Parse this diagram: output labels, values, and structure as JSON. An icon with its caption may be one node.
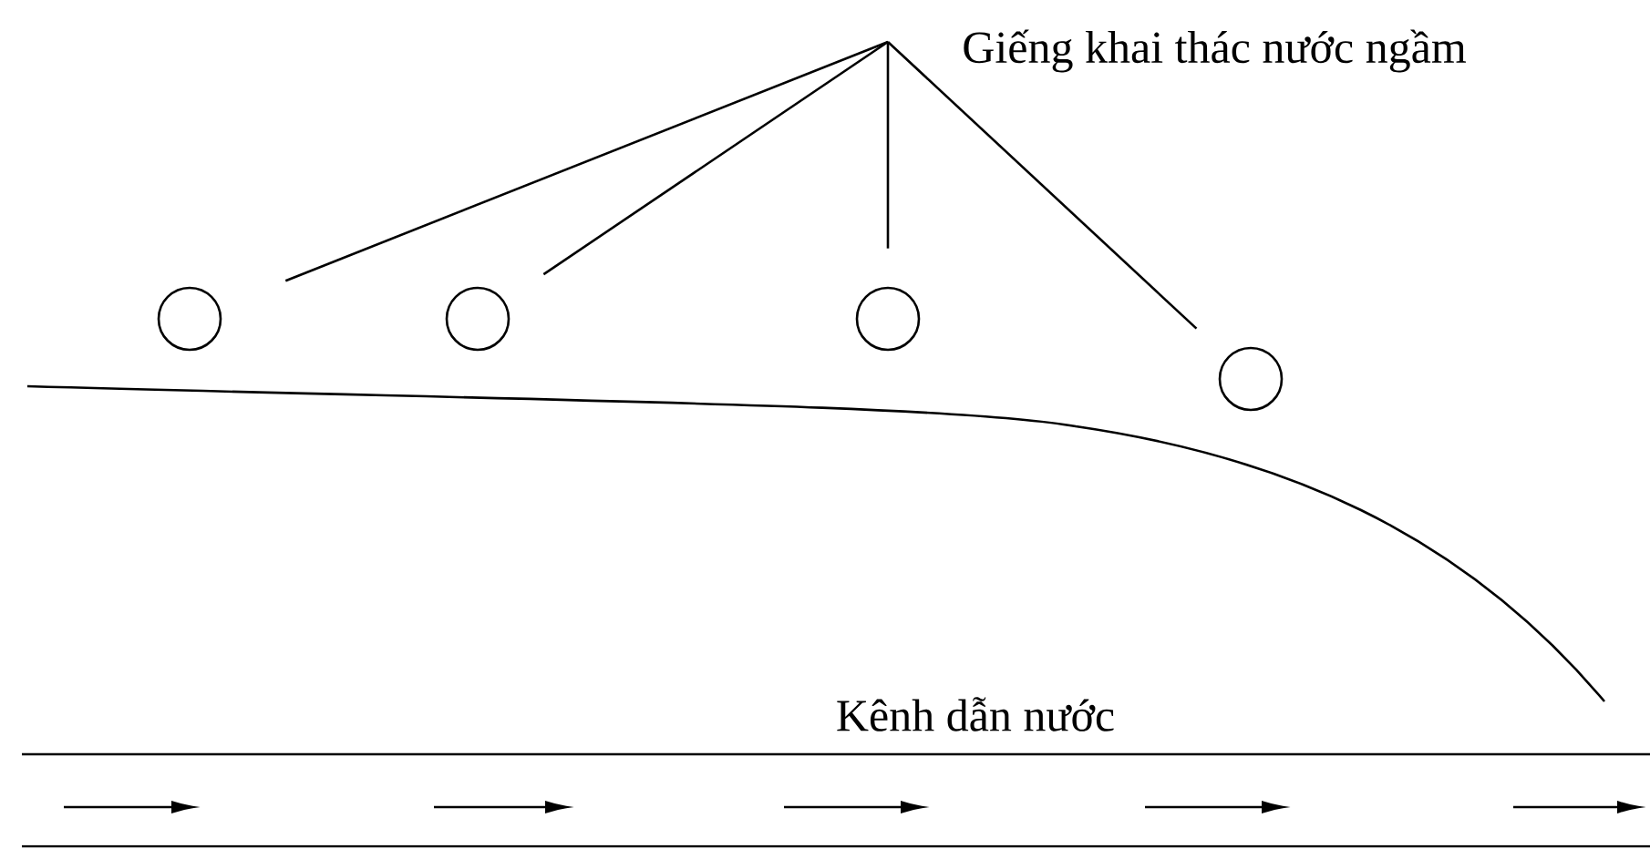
{
  "diagram": {
    "nodes": [
      {
        "text": [
          "Giếng khai thác nước ngầm"
        ]
      },
      {
        "text": [],
        "shape": "circle"
      },
      {
        "text": [],
        "shape": "circle"
      },
      {
        "text": [],
        "shape": "circle"
      },
      {
        "text": [],
        "shape": "circle"
      }
    ],
    "edges": [
      {
        "from": 0,
        "to": 1,
        "arrow": "none"
      },
      {
        "from": 0,
        "to": 2,
        "arrow": "none"
      },
      {
        "from": 0,
        "to": 3,
        "arrow": "none"
      },
      {
        "from": 0,
        "to": 4,
        "arrow": "none"
      }
    ],
    "labels": [
      "Kênh dẫn nước"
    ]
  }
}
